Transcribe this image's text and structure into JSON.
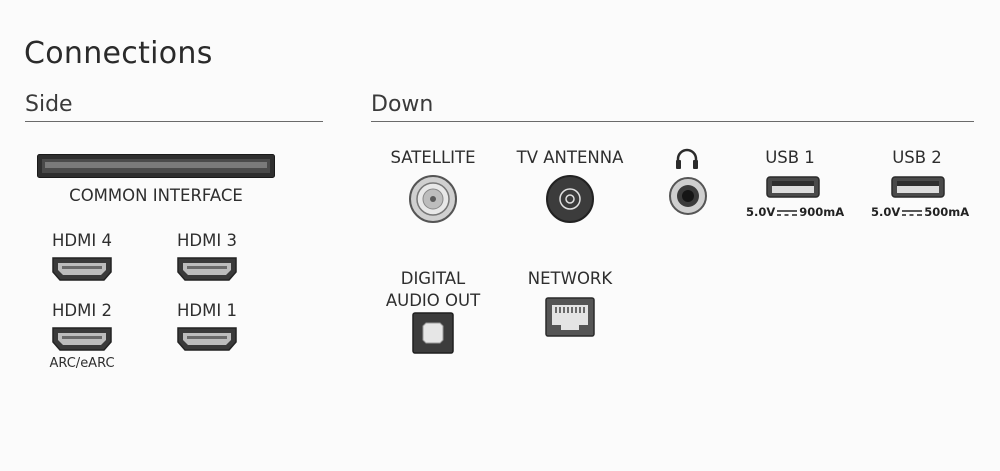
{
  "title": "Connections",
  "side": {
    "heading": "Side",
    "common_interface": "COMMON INTERFACE",
    "hdmi": [
      {
        "label": "HDMI 4",
        "note": ""
      },
      {
        "label": "HDMI 3",
        "note": ""
      },
      {
        "label": "HDMI 2",
        "note": "ARC/eARC"
      },
      {
        "label": "HDMI 1",
        "note": ""
      }
    ]
  },
  "down": {
    "heading": "Down",
    "satellite": "SATELLITE",
    "tv_antenna": "TV ANTENNA",
    "headphone_icon": "headphone-icon",
    "usb1": {
      "label": "USB 1",
      "spec_voltage": "5.0V",
      "spec_current": "900mA"
    },
    "usb2": {
      "label": "USB 2",
      "spec_voltage": "5.0V",
      "spec_current": "500mA"
    },
    "digital_audio_line1": "DIGITAL",
    "digital_audio_line2": "AUDIO OUT",
    "network": "NETWORK"
  },
  "colors": {
    "text": "#2b2b2b",
    "rule": "#6a6a6a",
    "port_dark": "#3a3a3a",
    "port_light": "#d9d9d9"
  }
}
